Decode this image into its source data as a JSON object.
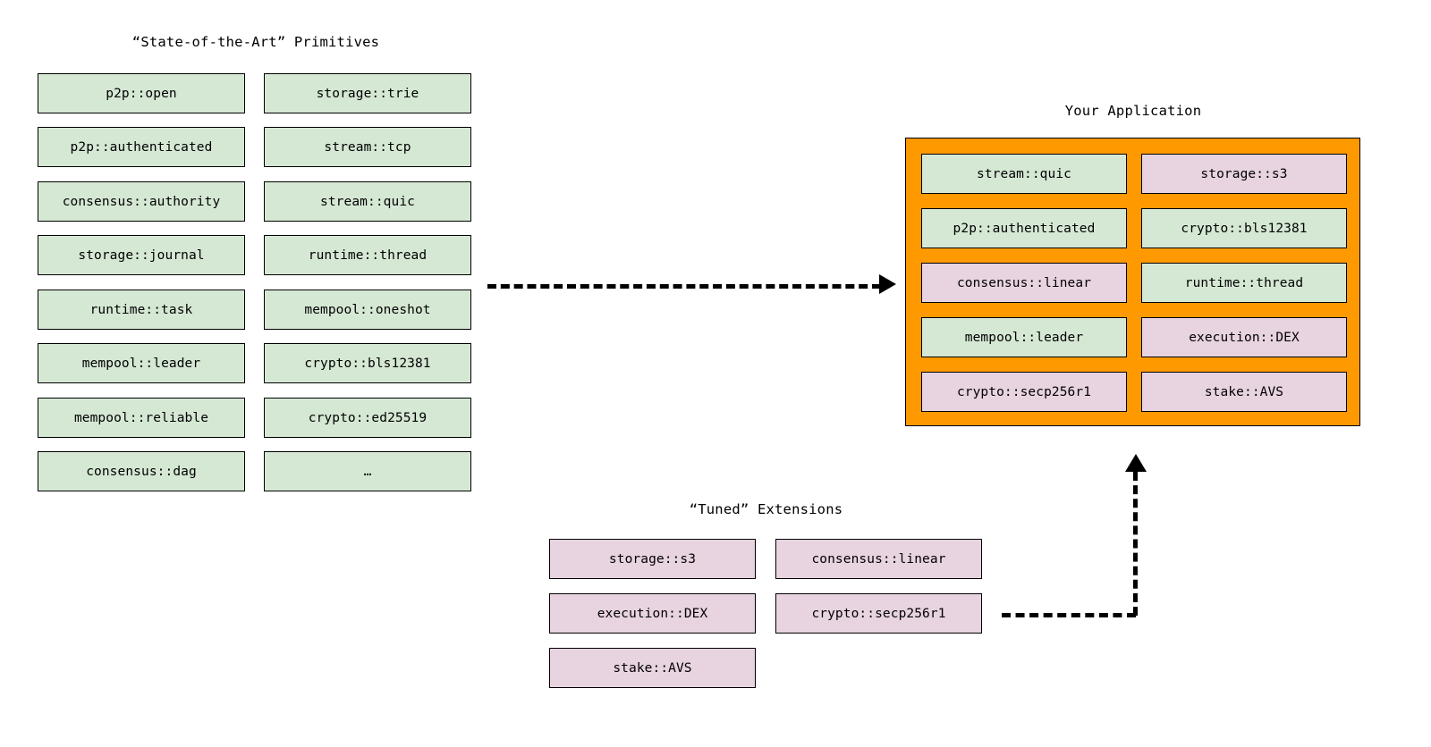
{
  "diagram": {
    "background_color": "#ffffff",
    "palette": {
      "primitive_fill": "#d5e8d4",
      "extension_fill": "#e8d3e0",
      "application_fill": "#ff9900",
      "stroke": "#000000"
    }
  },
  "primitives": {
    "title": "“State-of-the-Art” Primitives",
    "column_left": [
      {
        "label": "p2p::open",
        "kind": "primitive"
      },
      {
        "label": "p2p::authenticated",
        "kind": "primitive"
      },
      {
        "label": "consensus::authority",
        "kind": "primitive"
      },
      {
        "label": "storage::journal",
        "kind": "primitive"
      },
      {
        "label": "runtime::task",
        "kind": "primitive"
      },
      {
        "label": "mempool::leader",
        "kind": "primitive"
      },
      {
        "label": "mempool::reliable",
        "kind": "primitive"
      },
      {
        "label": "consensus::dag",
        "kind": "primitive"
      }
    ],
    "column_right": [
      {
        "label": "storage::trie",
        "kind": "primitive"
      },
      {
        "label": "stream::tcp",
        "kind": "primitive"
      },
      {
        "label": "stream::quic",
        "kind": "primitive"
      },
      {
        "label": "runtime::thread",
        "kind": "primitive"
      },
      {
        "label": "mempool::oneshot",
        "kind": "primitive"
      },
      {
        "label": "crypto::bls12381",
        "kind": "primitive"
      },
      {
        "label": "crypto::ed25519",
        "kind": "primitive"
      },
      {
        "label": "…",
        "kind": "primitive"
      }
    ]
  },
  "application": {
    "title": "Your Application",
    "column_left": [
      {
        "label": "stream::quic",
        "kind": "primitive"
      },
      {
        "label": "p2p::authenticated",
        "kind": "primitive"
      },
      {
        "label": "consensus::linear",
        "kind": "extension"
      },
      {
        "label": "mempool::leader",
        "kind": "primitive"
      },
      {
        "label": "crypto::secp256r1",
        "kind": "extension"
      }
    ],
    "column_right": [
      {
        "label": "storage::s3",
        "kind": "extension"
      },
      {
        "label": "crypto::bls12381",
        "kind": "primitive"
      },
      {
        "label": "runtime::thread",
        "kind": "primitive"
      },
      {
        "label": "execution::DEX",
        "kind": "extension"
      },
      {
        "label": "stake::AVS",
        "kind": "extension"
      }
    ]
  },
  "extensions": {
    "title": "“Tuned” Extensions",
    "column_left": [
      {
        "label": "storage::s3",
        "kind": "extension"
      },
      {
        "label": "execution::DEX",
        "kind": "extension"
      },
      {
        "label": "stake::AVS",
        "kind": "extension"
      }
    ],
    "column_right": [
      {
        "label": "consensus::linear",
        "kind": "extension"
      },
      {
        "label": "crypto::secp256r1",
        "kind": "extension"
      }
    ]
  },
  "connectors": [
    {
      "name": "primitives-to-application",
      "style": "dashed",
      "direction": "right"
    },
    {
      "name": "extensions-to-application",
      "style": "dashed",
      "direction": "up"
    }
  ]
}
